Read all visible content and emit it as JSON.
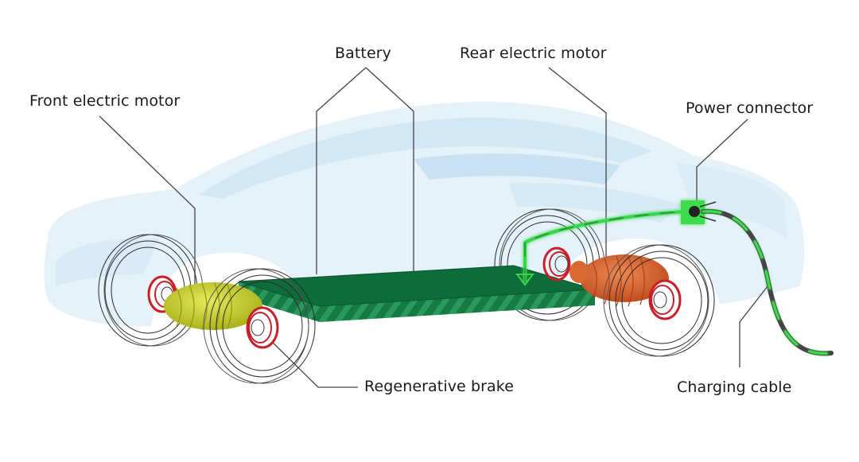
{
  "labels": {
    "front_motor": "Front electric motor",
    "battery": "Battery",
    "rear_motor": "Rear electric motor",
    "power_connector": "Power connector",
    "regenerative_brake": "Regenerative brake",
    "charging_cable": "Charging cable"
  },
  "colors": {
    "car_body": "#d6ebf7",
    "battery": "#0e6b3a",
    "front_motor": "#c9cf2a",
    "rear_motor": "#d9602e",
    "brake": "#c81e28",
    "cable_glow": "#37d64a",
    "leader_line": "#333333"
  }
}
